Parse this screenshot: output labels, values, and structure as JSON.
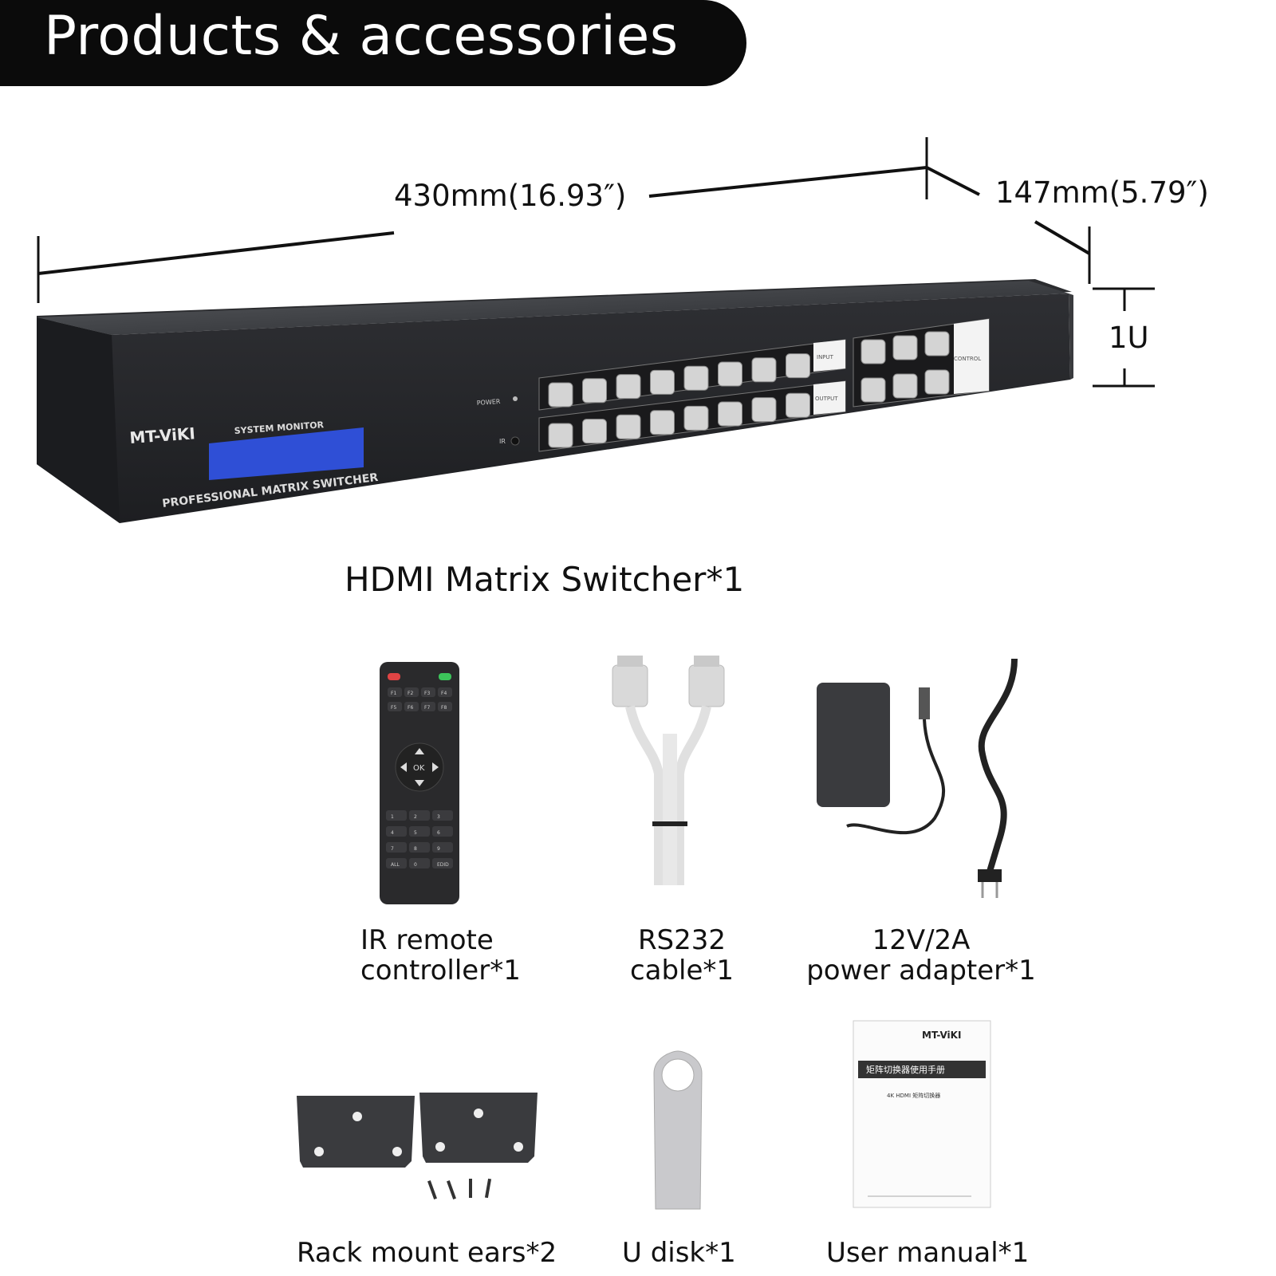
{
  "header": {
    "title": "Products & accessories"
  },
  "dimensions": {
    "width": "430mm(16.93″)",
    "depth": "147mm(5.79″)",
    "height": "1U"
  },
  "device": {
    "brand": "MT-ViKI",
    "screen_label": "SYSTEM MONITOR",
    "tagline": "PROFESSIONAL MATRIX SWITCHER",
    "power_label": "POWER",
    "ir_label": "IR",
    "input_label": "INPUT",
    "output_label": "OUTPUT",
    "control_label": "CONTROL"
  },
  "products": {
    "main": "HDMI Matrix Switcher*1",
    "remote_line1": "IR remote",
    "remote_line2": "controller*1",
    "cable_line1": "RS232",
    "cable_line2": "cable*1",
    "adapter_line1": "12V/2A",
    "adapter_line2": "power adapter*1",
    "ears": "Rack mount ears*2",
    "udisk": "U disk*1",
    "manual": "User manual*1"
  },
  "remote": {
    "ok_label": "OK",
    "fkeys": [
      "F1",
      "F2",
      "F3",
      "F4",
      "F5",
      "F6",
      "F7",
      "F8"
    ],
    "digits": [
      "1",
      "2",
      "3",
      "4",
      "5",
      "6",
      "7",
      "8",
      "9",
      "ALL",
      "0",
      "EDID"
    ]
  },
  "manual_cover": {
    "brand": "MT-ViKI",
    "title_cn": "矩阵切换器使用手册",
    "subtitle": "4K HDMI 矩阵切换器"
  }
}
